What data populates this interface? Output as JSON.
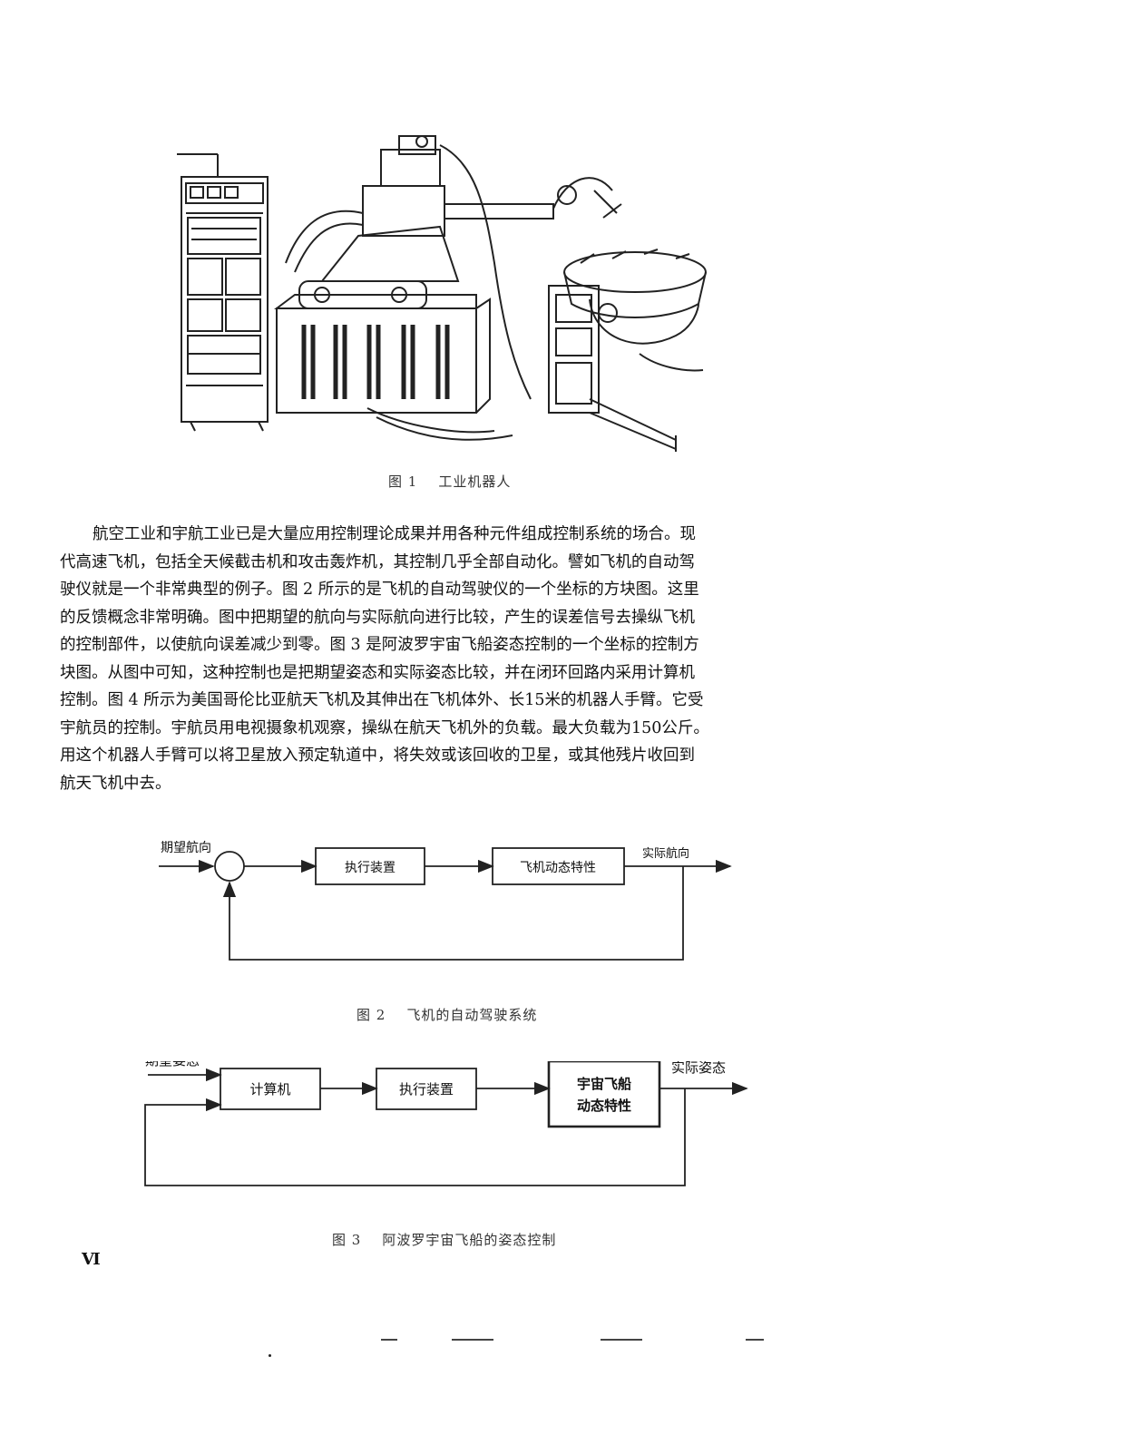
{
  "figure1": {
    "caption": "图 1    工业机器人"
  },
  "paragraph": {
    "lines": [
      "航空工业和宇航工业已是大量应用控制理论成果并用各种元件组成控制系统的场合。现",
      "代高速飞机，包括全天候截击机和攻击轰炸机，其控制几乎全部自动化。譬如飞机的自动驾",
      "驶仪就是一个非常典型的例子。图 2 所示的是飞机的自动驾驶仪的一个坐标的方块图。这里",
      "的反馈概念非常明确。图中把期望的航向与实际航向进行比较，产生的误差信号去操纵飞机",
      "的控制部件，以使航向误差减少到零。图 3 是阿波罗宇宙飞船姿态控制的一个坐标的控制方",
      "块图。从图中可知，这种控制也是把期望姿态和实际姿态比较，并在闭环回路内采用计算机",
      "控制。图 4 所示为美国哥伦比亚航天飞机及其伸出在飞机体外、长15米的机器人手臂。它受",
      "宇航员的控制。宇航员用电视摄象机观察，操纵在航天飞机外的负载。最大负载为150公斤。",
      "用这个机器人手臂可以将卫星放入预定轨道中，将失效或该回收的卫星，或其他残片收回到",
      "航天飞机中去。"
    ]
  },
  "figure2": {
    "input_label": "期望航向",
    "block1": "执行装置",
    "block2": "飞机动态特性",
    "output_label": "实际航向",
    "caption": "图 2    飞机的自动驾驶系统"
  },
  "figure3": {
    "input_label": "期望姿态",
    "block1": "计算机",
    "block2": "执行装置",
    "block3_line1": "宇宙飞船",
    "block3_line2": "动态特性",
    "output_label": "实际姿态",
    "caption": "图 3    阿波罗宇宙飞船的姿态控制"
  },
  "page_number": "Ⅵ"
}
